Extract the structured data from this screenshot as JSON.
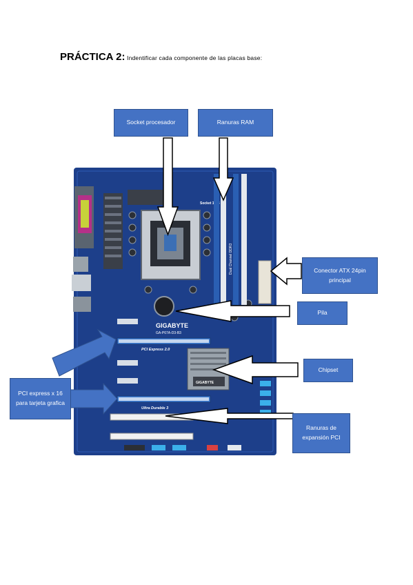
{
  "document": {
    "title_bold": "PRÁCTICA 2:",
    "title_rest": " Indentificar cada componente de las placas base:"
  },
  "labels": {
    "socket": "Socket procesador",
    "ram": "Ranuras RAM",
    "atx": "Conector ATX 24pin principal",
    "pila": "Pila",
    "chipset": "Chipset",
    "pcie": "PCI express x 16 para tarjeta grafica",
    "pci": "Ranuras de expansión PCI"
  },
  "board_text": {
    "brand": "GIGABYTE",
    "model": "GA-P67A-D3-B3",
    "pcie_label": "PCI Express 2.0",
    "ultra": "Ultra Durable 3",
    "socket": "Socket 1155",
    "dual": "Dual Channel DDR3"
  },
  "colors": {
    "board": "#1d3f8a",
    "label_fill": "#4472c4",
    "label_border": "#2f528f"
  }
}
